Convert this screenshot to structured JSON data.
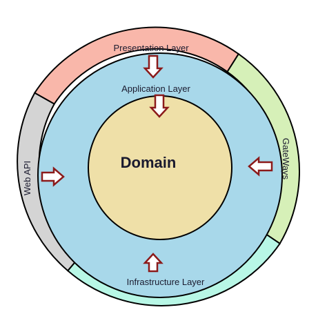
{
  "diagram": {
    "layers": {
      "presentation": {
        "label": "Presentation Layer",
        "color": "#f9b7aa"
      },
      "gateways": {
        "label": "GateWays",
        "color": "#d6f0b8"
      },
      "infrastructure": {
        "label": "Infrastructure Layer",
        "color": "#b8f7e6"
      },
      "web_api": {
        "label": "Web API",
        "color": "#d4d4d4"
      },
      "application": {
        "label": "Application Layer",
        "color": "#a8d8ea"
      },
      "domain": {
        "label": "Domain",
        "color": "#efe0a8"
      }
    },
    "arrow_color": "#8b1a1a"
  }
}
